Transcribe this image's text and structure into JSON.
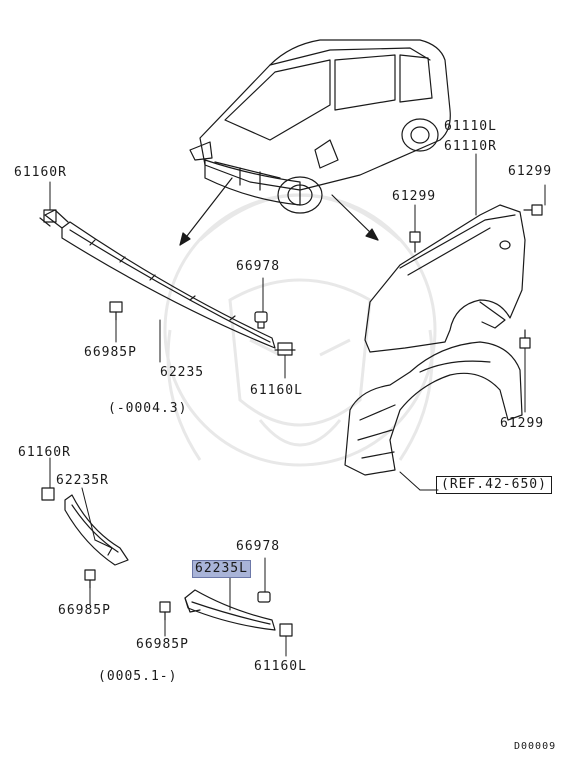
{
  "labels": {
    "p61110L": "61110L",
    "p61110R": "61110R",
    "p61299_right": "61299",
    "p61299_mid": "61299",
    "p61299_low": "61299",
    "p61160R_top": "61160R",
    "p66978_top": "66978",
    "p66985P_top": "66985P",
    "p62235": "62235",
    "p61160L_top": "61160L",
    "range_top": "(-0004.3)",
    "p61160R_bot": "61160R",
    "p62235R": "62235R",
    "p66985P_left": "66985P",
    "p66978_bot": "66978",
    "p62235L": "62235L",
    "p66985P_bot": "66985P",
    "p61160L_bot": "61160L",
    "range_bot": "(0005.1-)",
    "ref": "(REF.42-650)",
    "drawing_code": "D00009"
  },
  "colors": {
    "line": "#1a1a1a",
    "highlight": "#a9b4d8",
    "watermark": "#e8e8e8"
  },
  "icons": [
    "watermark-crest",
    "arrow-icon",
    "bolt-icon",
    "clip-icon",
    "nut-icon"
  ]
}
